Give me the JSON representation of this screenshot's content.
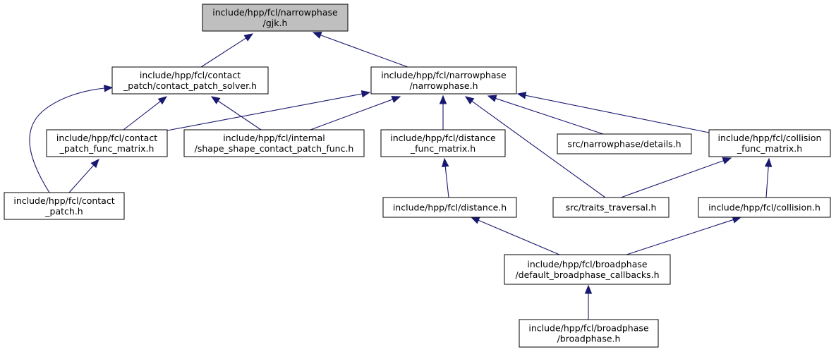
{
  "graph": {
    "nodes": [
      {
        "id": "gjk",
        "lines": [
          "include/hpp/fcl/narrowphase",
          "/gjk.h"
        ],
        "highlighted": true
      },
      {
        "id": "cps",
        "lines": [
          "include/hpp/fcl/contact",
          "_patch/contact_patch_solver.h"
        ]
      },
      {
        "id": "np",
        "lines": [
          "include/hpp/fcl/narrowphase",
          "/narrowphase.h"
        ]
      },
      {
        "id": "cpfm",
        "lines": [
          "include/hpp/fcl/contact",
          "_patch_func_matrix.h"
        ]
      },
      {
        "id": "sscpf",
        "lines": [
          "include/hpp/fcl/internal",
          "/shape_shape_contact_patch_func.h"
        ]
      },
      {
        "id": "dfm",
        "lines": [
          "include/hpp/fcl/distance",
          "_func_matrix.h"
        ]
      },
      {
        "id": "details",
        "lines": [
          "src/narrowphase/details.h"
        ]
      },
      {
        "id": "cfm",
        "lines": [
          "include/hpp/fcl/collision",
          "_func_matrix.h"
        ]
      },
      {
        "id": "cp",
        "lines": [
          "include/hpp/fcl/contact",
          "_patch.h"
        ]
      },
      {
        "id": "dist",
        "lines": [
          "include/hpp/fcl/distance.h"
        ]
      },
      {
        "id": "tt",
        "lines": [
          "src/traits_traversal.h"
        ]
      },
      {
        "id": "coll",
        "lines": [
          "include/hpp/fcl/collision.h"
        ]
      },
      {
        "id": "dbc",
        "lines": [
          "include/hpp/fcl/broadphase",
          "/default_broadphase_callbacks.h"
        ]
      },
      {
        "id": "bp",
        "lines": [
          "include/hpp/fcl/broadphase",
          "/broadphase.h"
        ]
      }
    ],
    "edges": [
      {
        "from": "cps",
        "to": "gjk"
      },
      {
        "from": "np",
        "to": "gjk"
      },
      {
        "from": "cpfm",
        "to": "cps"
      },
      {
        "from": "sscpf",
        "to": "cps"
      },
      {
        "from": "cp",
        "to": "cps"
      },
      {
        "from": "cpfm",
        "to": "np"
      },
      {
        "from": "sscpf",
        "to": "np"
      },
      {
        "from": "dfm",
        "to": "np"
      },
      {
        "from": "tt",
        "to": "np"
      },
      {
        "from": "details",
        "to": "np"
      },
      {
        "from": "cfm",
        "to": "np"
      },
      {
        "from": "cp",
        "to": "cpfm"
      },
      {
        "from": "dist",
        "to": "dfm"
      },
      {
        "from": "tt",
        "to": "cfm"
      },
      {
        "from": "coll",
        "to": "cfm"
      },
      {
        "from": "dbc",
        "to": "dist"
      },
      {
        "from": "dbc",
        "to": "coll"
      },
      {
        "from": "bp",
        "to": "dbc"
      }
    ]
  },
  "colors": {
    "edge": "#191970",
    "node_fill": "#ffffff",
    "highlight_fill": "#bfbfbf",
    "border": "#000000"
  }
}
